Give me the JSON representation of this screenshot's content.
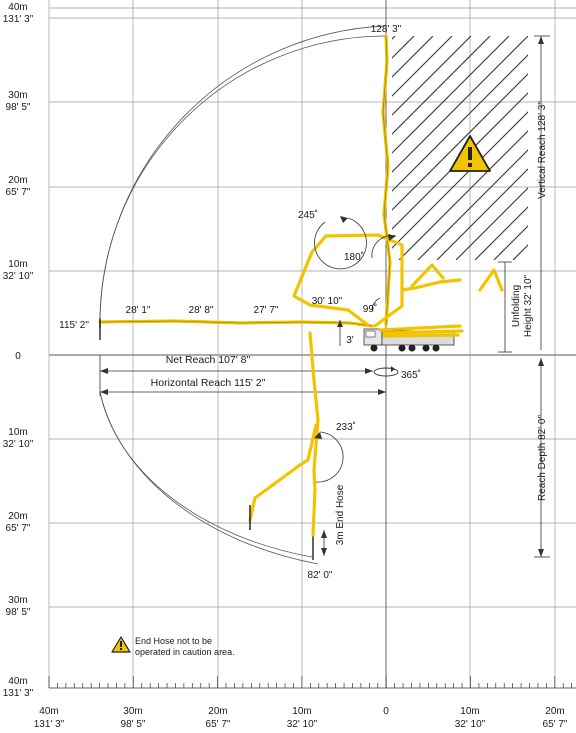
{
  "axes": {
    "left_labels": [
      {
        "m": "40m",
        "ft": "131' 3\""
      },
      {
        "m": "30m",
        "ft": "98' 5\""
      },
      {
        "m": "20m",
        "ft": "65' 7\""
      },
      {
        "m": "10m",
        "ft": "32' 10\""
      },
      {
        "m": "",
        "ft": "0"
      },
      {
        "m": "10m",
        "ft": "32' 10\""
      },
      {
        "m": "20m",
        "ft": "65' 7\""
      },
      {
        "m": "30m",
        "ft": "98' 5\""
      },
      {
        "m": "40m",
        "ft": "131' 3\""
      }
    ],
    "bottom_labels": [
      {
        "m": "40m",
        "ft": "131' 3\""
      },
      {
        "m": "30m",
        "ft": "98' 5\""
      },
      {
        "m": "20m",
        "ft": "65' 7\""
      },
      {
        "m": "10m",
        "ft": "32' 10\""
      },
      {
        "m": "0",
        "ft": ""
      },
      {
        "m": "10m",
        "ft": "32' 10\""
      },
      {
        "m": "20m",
        "ft": "65' 7\""
      }
    ]
  },
  "dimensions": {
    "vertical_reach": "Vertical Reach  128' 3\"",
    "top_height": "128' 3\"",
    "unfolding_height_line1": "Unfolding",
    "unfolding_height_line2": "Height  32' 10\"",
    "reach_depth": "Reach Depth  82' 0\"",
    "net_reach": "Net Reach  107' 8\"",
    "horizontal_reach": "Horizontal Reach  115' 2\"",
    "left_reach": "115' 2\"",
    "bottom_depth": "82' 0\"",
    "end_hose": "3m End Hose",
    "rotation": "365˚"
  },
  "sections": {
    "s1": "28' 1\"",
    "s2": "28' 8\"",
    "s3": "27' 7\"",
    "s4": "30' 10\"",
    "s5": "3'"
  },
  "angles": {
    "a1": "245˚",
    "a2": "180˚",
    "a3": "99˚",
    "a4": "233˚"
  },
  "warning": {
    "line1": "End Hose not to be",
    "line2": "operated in caution area."
  },
  "colors": {
    "boom": "#f2c400",
    "warning": "#f2c400"
  }
}
